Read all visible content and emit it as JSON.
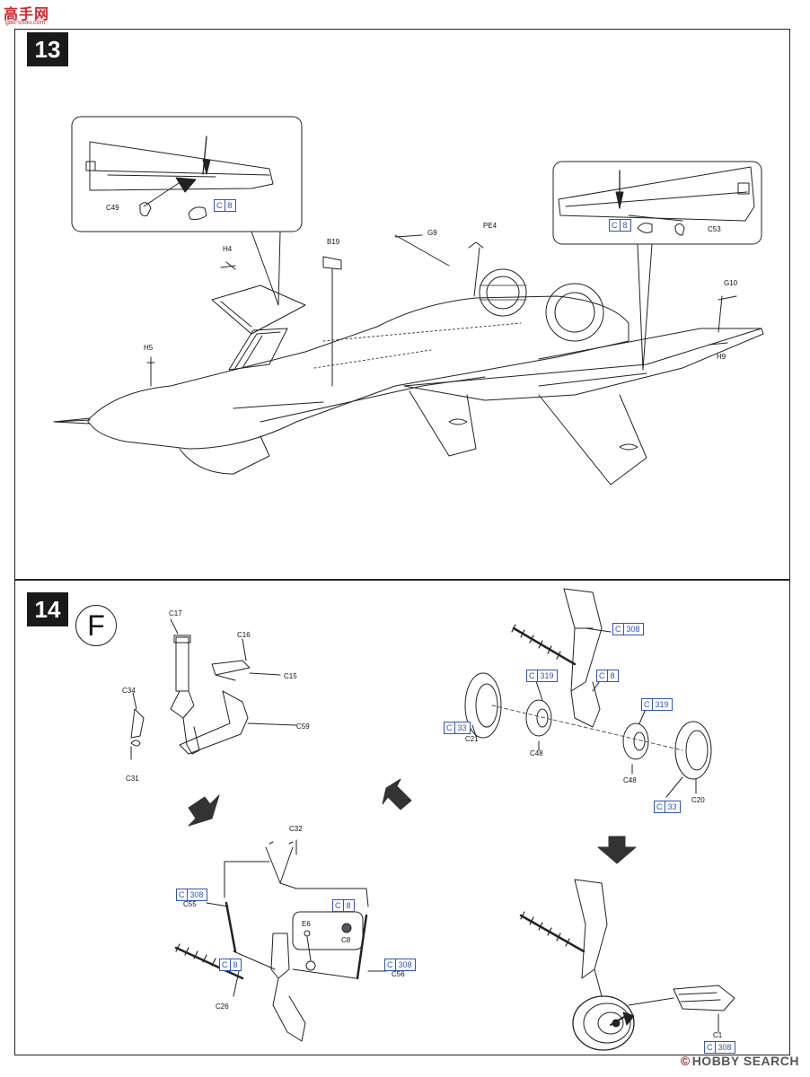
{
  "watermark_top": {
    "title": "高手网",
    "url": "gao-shou.com"
  },
  "watermark_bottom": {
    "logo": "©",
    "text": "HOBBY SEARCH"
  },
  "step13": {
    "number": "13",
    "parts": {
      "C49": "C49",
      "H4": "H4",
      "B19": "B19",
      "G9": "G9",
      "PE4": "PE4",
      "H5": "H5",
      "C53": "C53",
      "G10": "G10",
      "H9": "H9"
    },
    "crefs": [
      {
        "c": "C",
        "n": "8"
      },
      {
        "c": "C",
        "n": "8"
      }
    ]
  },
  "step14": {
    "number": "14",
    "view_label": "F",
    "parts": {
      "C17": "C17",
      "C16": "C16",
      "C15": "C15",
      "C34": "C34",
      "C59": "C59",
      "C31": "C31",
      "C21": "C21",
      "C48a": "C48",
      "C48b": "C48",
      "C20": "C20",
      "C32": "C32",
      "C55": "C55",
      "E6": "E6",
      "C8": "C8",
      "C56": "C56",
      "C26": "C26",
      "C1": "C1"
    },
    "crefs": {
      "r308_top": {
        "c": "C",
        "n": "308"
      },
      "r319_a": {
        "c": "C",
        "n": "319"
      },
      "r8_a": {
        "c": "C",
        "n": "8"
      },
      "r319_b": {
        "c": "C",
        "n": "319"
      },
      "r33_a": {
        "c": "C",
        "n": "33"
      },
      "r33_b": {
        "c": "C",
        "n": "33"
      },
      "r308_b": {
        "c": "C",
        "n": "308"
      },
      "r8_b": {
        "c": "C",
        "n": "8"
      },
      "r308_c": {
        "c": "C",
        "n": "308"
      },
      "r8_c": {
        "c": "C",
        "n": "8"
      },
      "r308_d": {
        "c": "C",
        "n": "308"
      }
    }
  },
  "colors": {
    "ref_blue": "#2f56b8",
    "badge": "#1a1a1a",
    "watermark_red": "#d8252a"
  }
}
